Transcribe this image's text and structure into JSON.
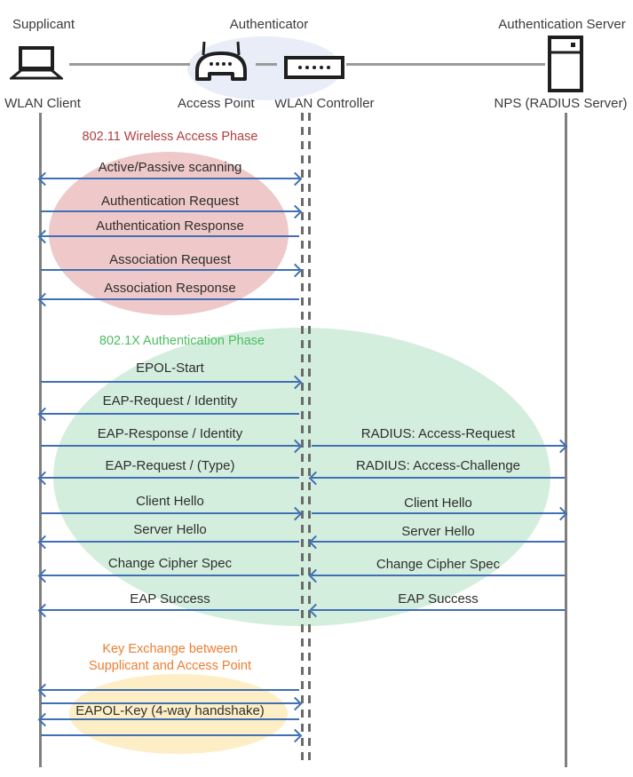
{
  "actors": {
    "supplicant": {
      "role": "Supplicant",
      "device": "WLAN Client",
      "icon": "laptop-icon"
    },
    "authenticator": {
      "role": "Authenticator",
      "devices": [
        "Access Point",
        "WLAN Controller"
      ],
      "icons": [
        "access-point-icon",
        "wlan-controller-icon"
      ]
    },
    "auth_server": {
      "role": "Authentication Server",
      "device": "NPS (RADIUS Server)",
      "icon": "server-icon"
    }
  },
  "colors": {
    "arrow_blue": "#3f6fb5",
    "lifeline_gray": "#7f7f7f",
    "phase1_title": "#b23e3e",
    "phase1_ellipse": "#efc9c9",
    "phase2_title": "#4dbd60",
    "phase2_ellipse": "#d4eedd",
    "phase3_title": "#ed7d31",
    "phase3_ellipse": "#fdeec5",
    "authenticator_ellipse": "#e9edf7"
  },
  "phases": [
    {
      "name": "802.11 Wireless Access Phase",
      "messages": [
        {
          "label": "Active/Passive scanning",
          "direction": "both",
          "from": "WLAN Client",
          "to": "Authenticator"
        },
        {
          "label": "Authentication Request",
          "direction": "right",
          "from": "WLAN Client",
          "to": "Authenticator"
        },
        {
          "label": "Authentication Response",
          "direction": "left",
          "from": "Authenticator",
          "to": "WLAN Client"
        },
        {
          "label": "Association Request",
          "direction": "right",
          "from": "WLAN Client",
          "to": "Authenticator"
        },
        {
          "label": "Association Response",
          "direction": "left",
          "from": "Authenticator",
          "to": "WLAN Client"
        }
      ]
    },
    {
      "name": "802.1X Authentication Phase",
      "messages": [
        {
          "label": "EPOL-Start",
          "direction": "right"
        },
        {
          "label": "EAP-Request / Identity",
          "direction": "left"
        },
        {
          "label": "EAP-Response / Identity",
          "direction": "right",
          "right_label": "RADIUS: Access-Request",
          "right_direction": "right"
        },
        {
          "label": "EAP-Request / (Type)",
          "direction": "left",
          "right_label": "RADIUS: Access-Challenge",
          "right_direction": "left"
        },
        {
          "label": "Client Hello",
          "direction": "right",
          "right_label": "Client Hello",
          "right_direction": "right"
        },
        {
          "label": "Server Hello",
          "direction": "left",
          "right_label": "Server Hello",
          "right_direction": "left"
        },
        {
          "label": "Change Cipher Spec",
          "direction": "left",
          "right_label": "Change Cipher Spec",
          "right_direction": "left"
        },
        {
          "label": "EAP Success",
          "direction": "left",
          "right_label": "EAP Success",
          "right_direction": "left"
        }
      ]
    },
    {
      "name_lines": [
        "Key Exchange between",
        "Supplicant and Access Point"
      ],
      "label": "EAPOL-Key (4-way handshake)",
      "arrows": [
        "left",
        "right",
        "left",
        "right"
      ]
    }
  ]
}
